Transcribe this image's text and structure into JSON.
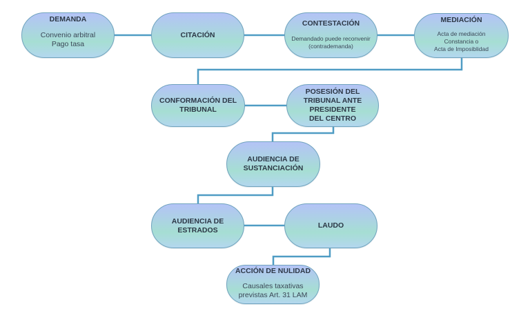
{
  "diagram": {
    "connector_color": "#4f9cc4",
    "node_border_color": "#6fa3bd",
    "text_color": "#2c3846",
    "nodes": [
      {
        "id": "demanda",
        "title": "DEMANDA",
        "description": "Convenio arbitral\nPago tasa"
      },
      {
        "id": "citacion",
        "title": "CITACIÓN",
        "description": ""
      },
      {
        "id": "contestacion",
        "title": "CONTESTACIÓN",
        "description": "Demandado puede reconvenir\n(contrademanda)"
      },
      {
        "id": "mediacion",
        "title": "MEDIACIÓN",
        "description": "Acta de mediación\nConstancia o\nActa de Imposiblidad"
      },
      {
        "id": "conformacion",
        "title": "CONFORMACIÓN DEL\nTRIBUNAL",
        "description": ""
      },
      {
        "id": "posesion",
        "title": "POSESIÓN DEL\nTRIBUNAL ANTE\nPRESIDENTE\nDEL CENTRO",
        "description": ""
      },
      {
        "id": "sustanciacion",
        "title": "AUDIENCIA DE\nSUSTANCIACIÓN",
        "description": ""
      },
      {
        "id": "estrados",
        "title": "AUDIENCIA DE\nESTRADOS",
        "description": ""
      },
      {
        "id": "laudo",
        "title": "LAUDO",
        "description": ""
      },
      {
        "id": "nulidad",
        "title": "ACCIÓN DE NULIDAD",
        "description": "Causales taxativas\nprevistas Art. 31 LAM"
      }
    ],
    "edges": [
      {
        "from": "demanda",
        "to": "citacion"
      },
      {
        "from": "citacion",
        "to": "contestacion"
      },
      {
        "from": "contestacion",
        "to": "mediacion"
      },
      {
        "from": "mediacion",
        "to": "conformacion"
      },
      {
        "from": "conformacion",
        "to": "posesion"
      },
      {
        "from": "posesion",
        "to": "sustanciacion"
      },
      {
        "from": "sustanciacion",
        "to": "estrados"
      },
      {
        "from": "estrados",
        "to": "laudo"
      },
      {
        "from": "laudo",
        "to": "nulidad"
      }
    ]
  }
}
